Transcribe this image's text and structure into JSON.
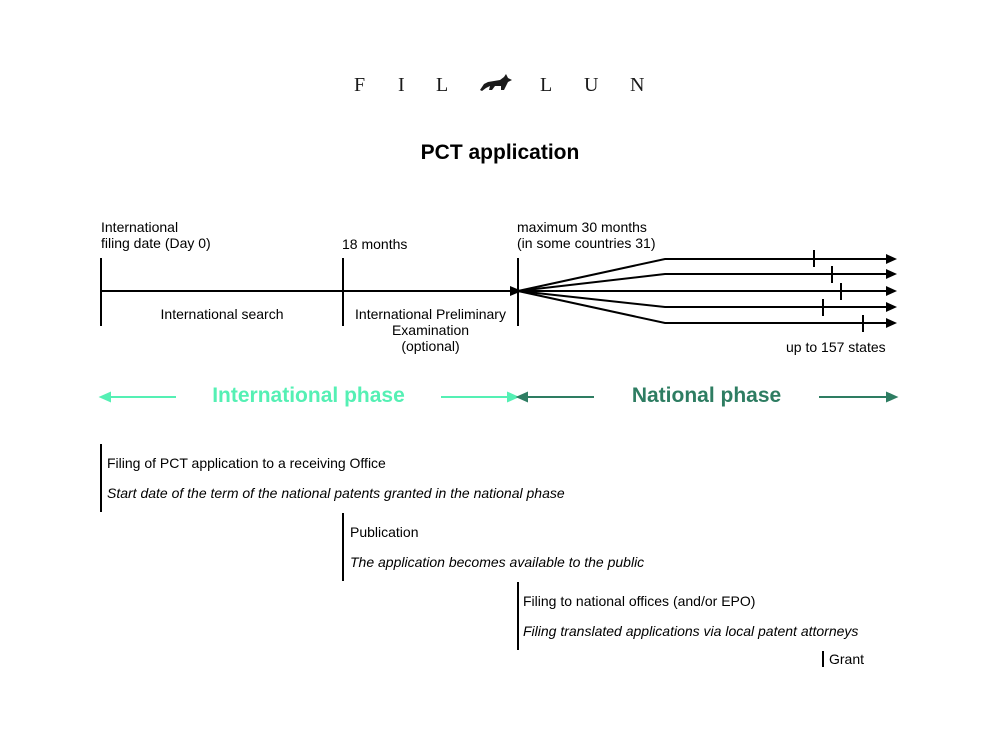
{
  "logo": {
    "letters_left": [
      "F",
      "I",
      "L"
    ],
    "letters_right": [
      "L",
      "U",
      "N"
    ],
    "emblem": "fox-icon"
  },
  "title": "PCT application",
  "milestones": {
    "filing_date": [
      "International",
      "filing date (Day 0)"
    ],
    "eighteen_months": "18 months",
    "thirty_months": [
      "maximum 30 months",
      "(in some countries 31)"
    ]
  },
  "segments": {
    "search": "International search",
    "examination": [
      "International Preliminary",
      "Examination",
      "(optional)"
    ]
  },
  "states_label": "up to 157 states",
  "phases": {
    "international": {
      "label": "International phase",
      "color": "#55f0b4"
    },
    "national": {
      "label": "National phase",
      "color": "#2e7d62"
    }
  },
  "events": [
    {
      "title": "Filing of PCT application to a receiving Office",
      "description": "Start date of the term of the national patents granted in the national phase"
    },
    {
      "title": "Publication",
      "description": "The application becomes available to the public"
    },
    {
      "title": "Filing to national offices (and/or EPO)",
      "description": "Filing translated applications via local patent attorneys"
    }
  ],
  "grant": "Grant"
}
